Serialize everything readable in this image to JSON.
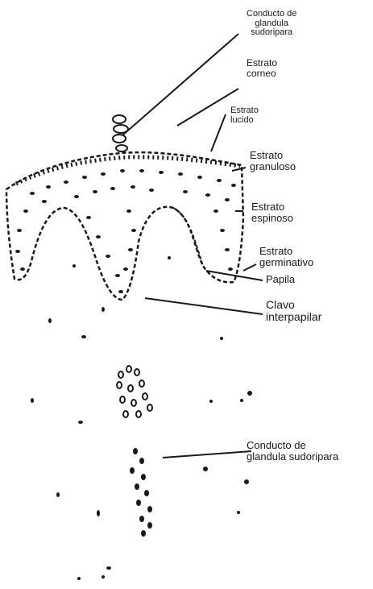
{
  "labels": {
    "conducto_top": "Conducto de\nglandula\nsudoripara",
    "estrato_corneo": "Estrato\ncorneo",
    "estrato_lucido": "Estrato\nlucido",
    "estrato_granuloso": "Estrato\ngranuloso",
    "estrato_espinoso": "Estrato\nespinoso",
    "estrato_germinativo": "Estrato\ngerminativo",
    "papila": "Papila",
    "clavo_interpapilar": "Clavo\ninterpapilar",
    "conducto_bottom": "Conducto de\nglandula sudoripara"
  },
  "colors": {
    "ink": "#1a1a1a",
    "background": "#ffffff"
  }
}
